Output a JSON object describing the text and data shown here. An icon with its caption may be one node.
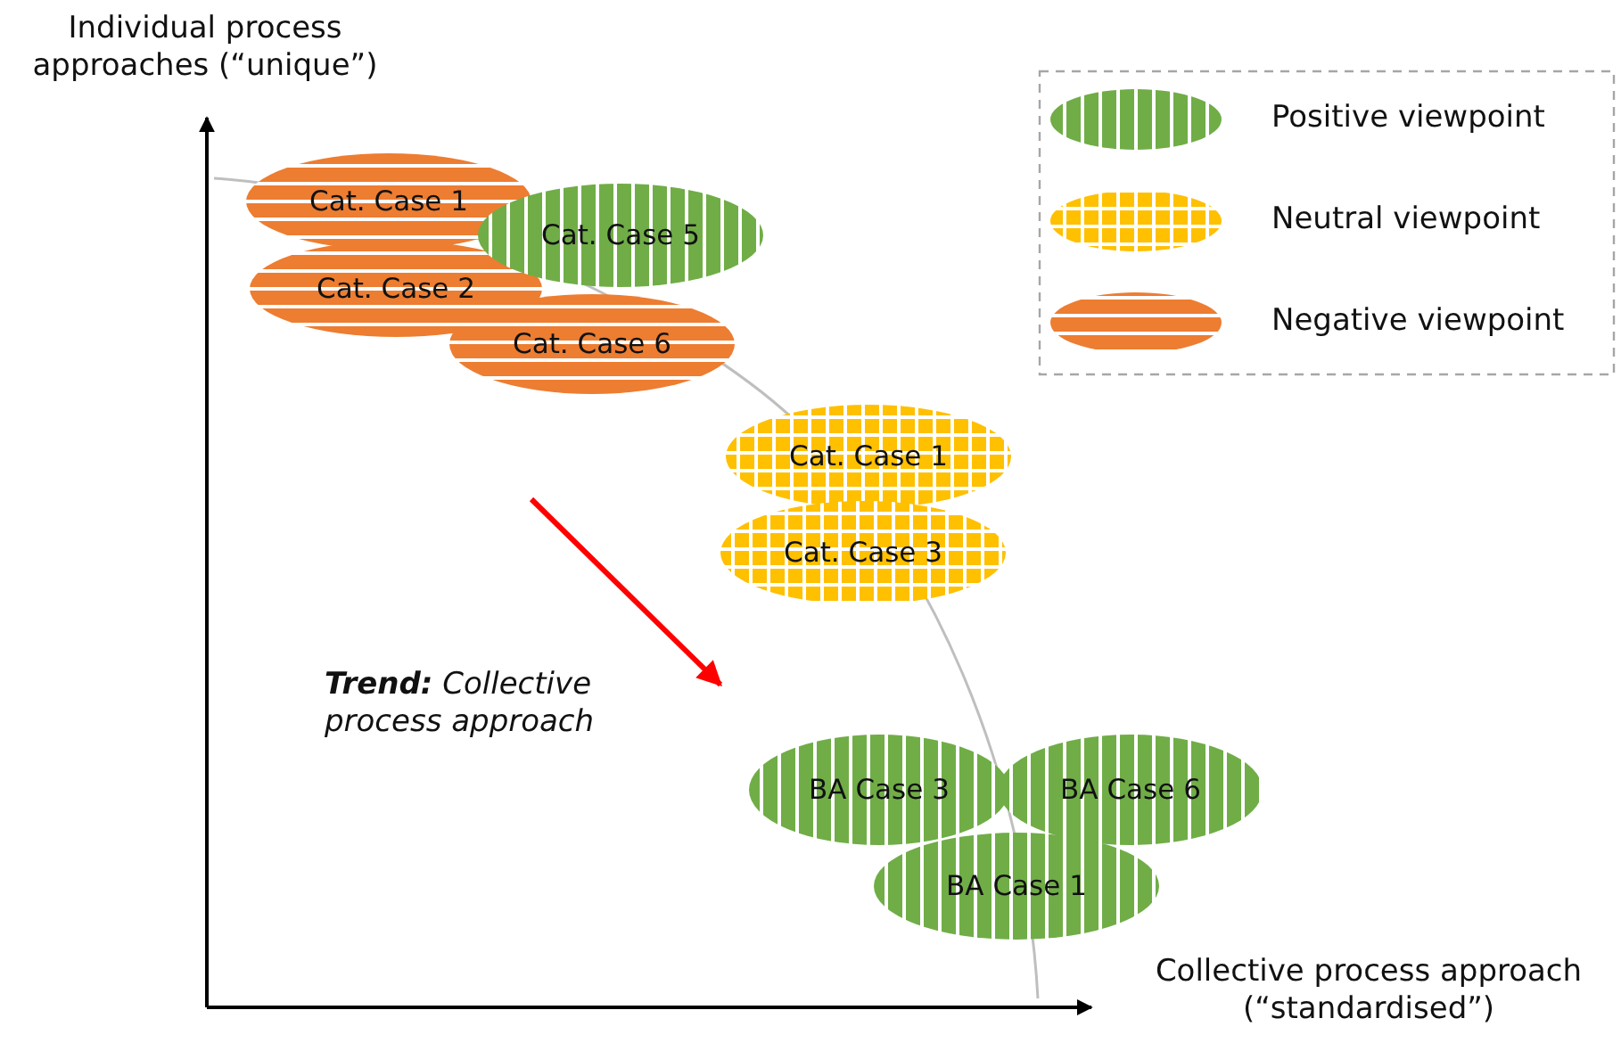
{
  "diagram": {
    "nodes": [
      {
        "text": [
          "Cat. Case 1"
        ]
      },
      {
        "text": [
          "Cat. Case 5"
        ]
      },
      {
        "text": [
          "Cat. Case 2"
        ]
      },
      {
        "text": [
          "Cat. Case 6"
        ]
      },
      {
        "text": [
          "Cat. Case 1"
        ]
      },
      {
        "text": [
          "Cat. Case 3"
        ]
      },
      {
        "text": [
          "BA Case 3"
        ]
      },
      {
        "text": [
          "BA Case 6"
        ]
      },
      {
        "text": [
          "BA Case 1"
        ]
      }
    ],
    "labels": [
      "Individual process approaches (“unique”)",
      "**Trend:** Collective process approach",
      "Collective process approach (“standardised”)"
    ],
    "legend": [
      {
        "text": "Positive viewpoint",
        "color": "#70ad47"
      },
      {
        "text": "Neutral viewpoint",
        "color": "#ffc000"
      },
      {
        "text": "Negative viewpoint",
        "color": "#ed7d31"
      }
    ]
  }
}
